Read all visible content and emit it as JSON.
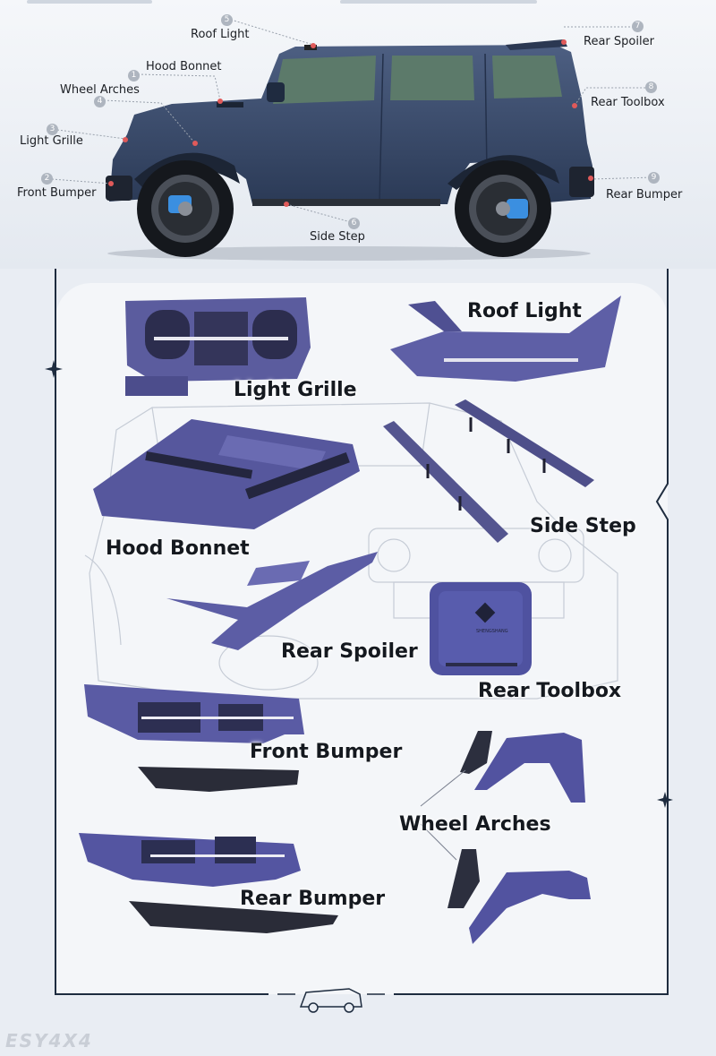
{
  "vehicle_labels": [
    {
      "num": "5",
      "text": "Roof Light"
    },
    {
      "num": "1",
      "text": "Hood Bonnet"
    },
    {
      "num": "4",
      "text": "Wheel Arches"
    },
    {
      "num": "3",
      "text": "Light Grille"
    },
    {
      "num": "2",
      "text": "Front Bumper"
    },
    {
      "num": "6",
      "text": "Side Step"
    },
    {
      "num": "7",
      "text": "Rear Spoiler"
    },
    {
      "num": "8",
      "text": "Rear Toolbox"
    },
    {
      "num": "9",
      "text": "Rear Bumper"
    }
  ],
  "parts": {
    "light_grille": "Light Grille",
    "roof_light": "Roof Light",
    "hood_bonnet": "Hood Bonnet",
    "side_step": "Side Step",
    "rear_spoiler": "Rear Spoiler",
    "rear_toolbox": "Rear Toolbox",
    "front_bumper": "Front Bumper",
    "wheel_arches": "Wheel Arches",
    "rear_bumper": "Rear Bumper"
  },
  "toolbox_logo_text": "SHENGSHANG",
  "watermark": "ESY4X4",
  "colors": {
    "body_blue": "#3b4d6e",
    "part_purple": "#5a5aa6",
    "panel_dark": "#1e2c3f"
  }
}
